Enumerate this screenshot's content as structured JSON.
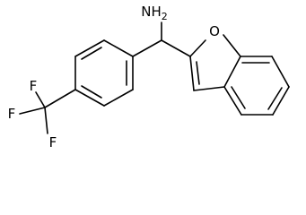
{
  "molecule": {
    "atom_labels": {
      "amine": {
        "main": "NH",
        "sub": "2"
      },
      "furan_oxygen": "O",
      "fluorine_1": "F",
      "fluorine_2": "F",
      "fluorine_3": "F"
    }
  }
}
